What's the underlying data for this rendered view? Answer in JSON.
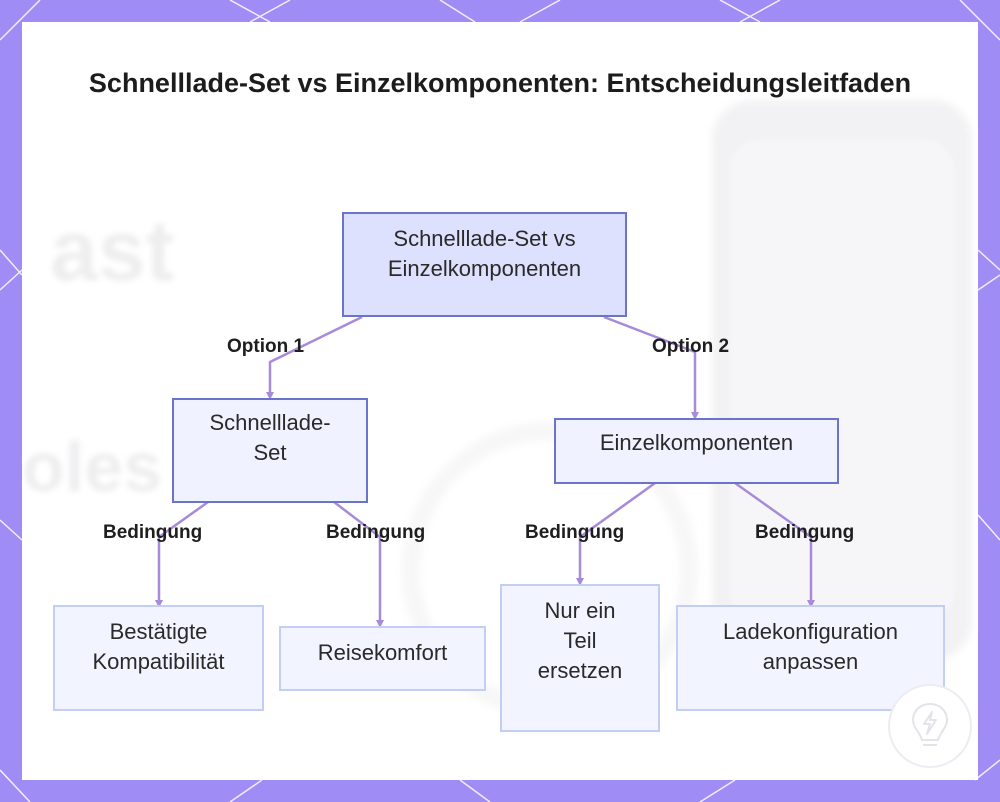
{
  "title": "Schnelllade-Set vs Einzelkomponenten: Entscheidungsleitfaden",
  "colors": {
    "frame": "#a08cf5",
    "card": "#ffffff",
    "connector": "#a78bd8",
    "root_fill": "#dee1fd",
    "root_border": "#6b74cc",
    "node_fill": "#f2f4ff",
    "leaf_border": "#c4cdf3"
  },
  "nodes": {
    "root": "Schnelllade-Set vs Einzelkomponenten",
    "set": "Schnelllade-Set",
    "components": "Einzelkomponenten",
    "compatibility": "Bestätigte Kompatibilität",
    "travel": "Reisekomfort",
    "replace": "Nur ein Teil ersetzen",
    "config": "Ladekonfiguration anpassen"
  },
  "edge_labels": {
    "option1": "Option 1",
    "option2": "Option 2",
    "cond1": "Bedingung",
    "cond2": "Bedingung",
    "cond3": "Bedingung",
    "cond4": "Bedingung"
  },
  "background_words": [
    "ast",
    "oles"
  ],
  "badge_icon": "lightning-bulb-icon"
}
